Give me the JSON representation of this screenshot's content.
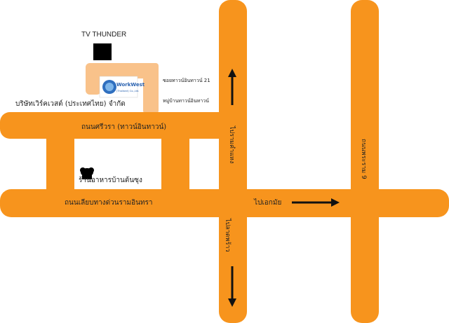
{
  "map": {
    "landmarks": {
      "tv_thunder": "TV THUNDER",
      "company": "บริษัทเวิร์คเวสต์ (ประเทศไทย) จำกัด",
      "restaurant": "ร้านอาหารบ้านต้นซุง",
      "soi": "ซอยทาวน์อินทาวน์ 21",
      "village": "หมู่บ้านทาวน์อินทาวน์",
      "logo_text": "WorkWest",
      "logo_sub": "(Thailand) Co.,Ltd."
    },
    "roads": {
      "sri_wara": "ถนนศรีวรา (ทาวน์อินทาวน์)",
      "ramintra_expressway": "ถนนเลียบทางด่วนรามอินทรา",
      "ram9": "ถนนพระราม 9"
    },
    "directions": {
      "to_ramkhamhaeng": "ไปรามคำแหง",
      "to_ekkamai": "ไปเอกมัย",
      "to_lat_phrao": "ไปลาดพร้าว"
    },
    "colors": {
      "road": "#f7941d",
      "road_shade": "#e07c10",
      "lane": "#f9c28a",
      "arrow": "#111111",
      "building": "#000000"
    }
  }
}
